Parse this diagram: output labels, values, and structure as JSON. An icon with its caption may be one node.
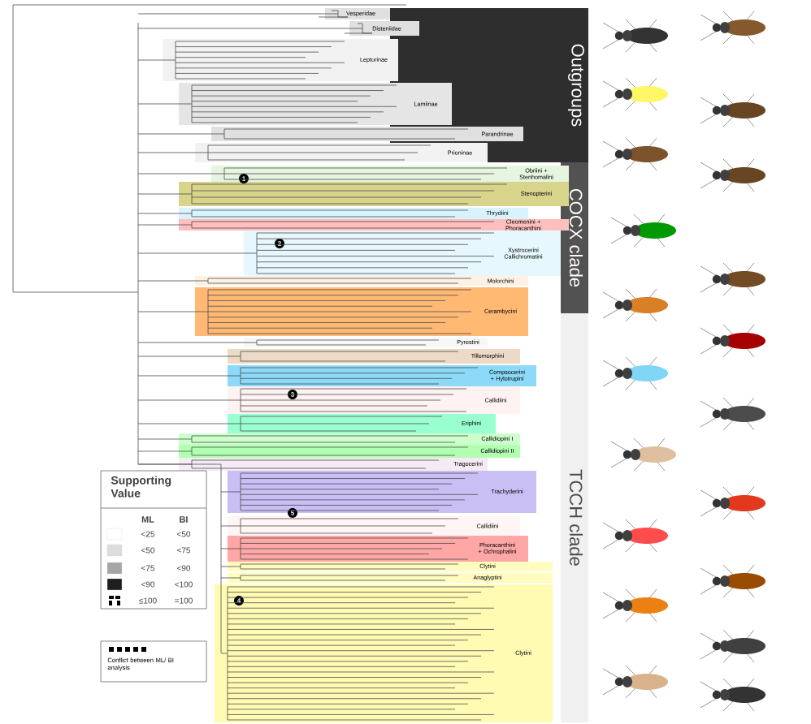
{
  "diagram": {
    "nodes": [
      {
        "text": [
          "Outgroups"
        ]
      },
      {
        "text": [
          "COCX clade"
        ]
      },
      {
        "text": [
          "TCCH clade"
        ]
      },
      {
        "text": [
          "Vesperidae"
        ]
      },
      {
        "text": [
          "Disteniidae"
        ]
      },
      {
        "text": [
          "Lepturinae"
        ]
      },
      {
        "text": [
          "Lamiinae"
        ]
      },
      {
        "text": [
          "Parandrinae"
        ]
      },
      {
        "text": [
          "Prioninae"
        ]
      },
      {
        "text": [
          "Obriini + Stenhomalini"
        ]
      },
      {
        "text": [
          "Stenopterini"
        ]
      },
      {
        "text": [
          "Thrydiini"
        ]
      },
      {
        "text": [
          "Cleomenini + Phoracanthini"
        ]
      },
      {
        "text": [
          "Xystrocerini Callichromatini"
        ]
      },
      {
        "text": [
          "Molorchini"
        ]
      },
      {
        "text": [
          "Cerambycini"
        ]
      },
      {
        "text": [
          "Pyrestini"
        ]
      },
      {
        "text": [
          "Tillomorphini"
        ]
      },
      {
        "text": [
          "Compsocerini + Hylotrupini"
        ]
      },
      {
        "text": [
          "Callidiini"
        ]
      },
      {
        "text": [
          "Eriphini"
        ]
      },
      {
        "text": [
          "Callidiopini I"
        ]
      },
      {
        "text": [
          "Callidiopini II"
        ]
      },
      {
        "text": [
          "Tragocerini"
        ]
      },
      {
        "text": [
          "Trachyderini"
        ]
      },
      {
        "text": [
          "Callidiini"
        ]
      },
      {
        "text": [
          "Phoracanthini + Ochrophalini"
        ]
      },
      {
        "text": [
          "Clytini"
        ]
      },
      {
        "text": [
          "Anaglyptini"
        ]
      },
      {
        "text": [
          "Clytini"
        ]
      },
      {
        "text": [
          "Supporting Value"
        ]
      },
      {
        "text": [
          "Conflict between ML/ BI analysis"
        ]
      }
    ],
    "labels": [
      "1",
      "2",
      "3",
      "5",
      "4",
      "ML",
      "BI",
      "<50",
      "<75",
      "<90",
      "<100",
      "=100"
    ],
    "legend": [
      {
        "text": "<25",
        "color": "#ffffff"
      },
      {
        "text": "<50",
        "color": "#dcdcdc"
      },
      {
        "text": "<75",
        "color": "#a6a6a6"
      },
      {
        "text": "<90",
        "color": "#1e1e1e"
      },
      {
        "text": "≤100"
      }
    ]
  }
}
